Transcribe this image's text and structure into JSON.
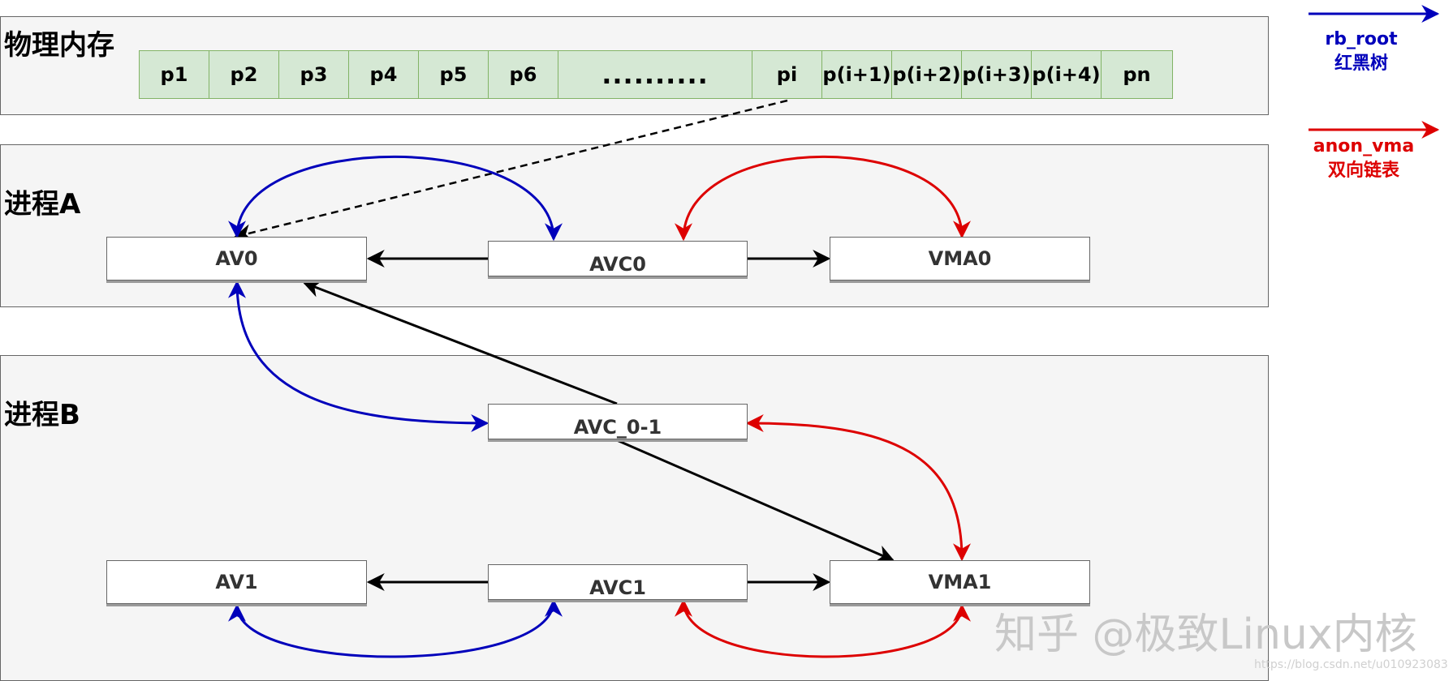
{
  "memory": {
    "label": "物理内存",
    "cells": [
      "p1",
      "p2",
      "p3",
      "p4",
      "p5",
      "p6",
      "..........",
      "pi",
      "p(i+1)",
      "p(i+2)",
      "p(i+3)",
      "p(i+4)",
      "pn"
    ]
  },
  "processes": {
    "a": {
      "label": "进程A"
    },
    "b": {
      "label": "进程B"
    }
  },
  "nodes": {
    "av0": "AV0",
    "avc0": "AVC0",
    "vma0": "VMA0",
    "avc01": "AVC_0-1",
    "av1": "AV1",
    "avc1": "AVC1",
    "vma1": "VMA1"
  },
  "legend": {
    "rb_root": {
      "line1": "rb_root",
      "line2": "红黑树",
      "color": "#0000bb"
    },
    "anon_vma": {
      "line1": "anon_vma",
      "line2": "双向链表",
      "color": "#dd0000"
    }
  },
  "watermark": {
    "main": "知乎 @极致Linux内核",
    "url": "https://blog.csdn.net/u010923083"
  }
}
